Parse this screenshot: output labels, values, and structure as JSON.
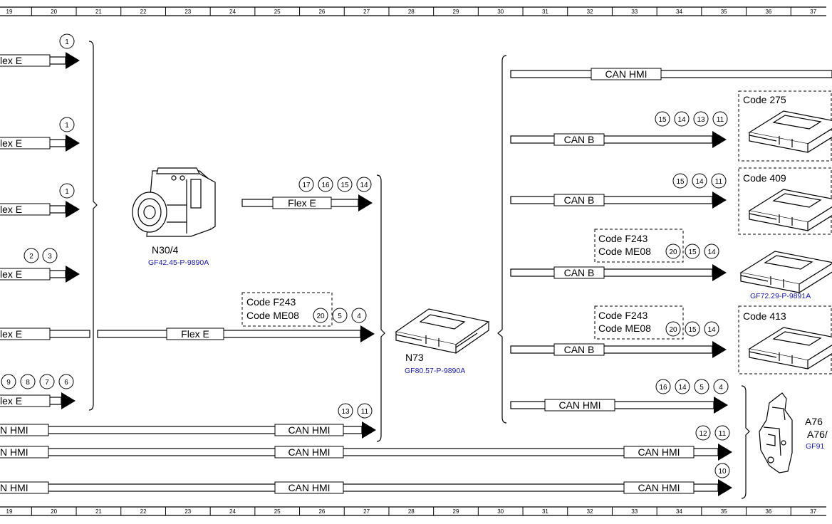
{
  "ruler_numbers": [
    "19",
    "20",
    "21",
    "22",
    "23",
    "24",
    "25",
    "26",
    "27",
    "28",
    "29",
    "30",
    "31",
    "32",
    "33",
    "34",
    "35",
    "36",
    "37"
  ],
  "bus_labels": {
    "flex_e": "Flex E",
    "flex_e_cut": "lex E",
    "can_b": "CAN B",
    "can_hmi": "CAN HMI",
    "can_hmi_cut": "N HMI"
  },
  "code_labels": {
    "f243": "Code F243",
    "me08": "Code ME08",
    "c275": "Code 275",
    "c409": "Code 409",
    "c413": "Code 413"
  },
  "components": {
    "n30_4": {
      "name": "N30/4",
      "ref": "GF42.45-P-9890A"
    },
    "n73": {
      "name": "N73",
      "ref": "GF80.57-P-9890A"
    },
    "right_module": {
      "ref": "GF72.29-P-9891A"
    },
    "a76": {
      "name": "A76",
      "name2": "A76/",
      "ref": "GF91"
    }
  },
  "circle_numbers": {
    "l1": [
      "1"
    ],
    "l2": [
      "1"
    ],
    "l3": [
      "1"
    ],
    "l4": [
      "3",
      "2"
    ],
    "l5": [
      "20",
      "5",
      "4"
    ],
    "l6": [
      "9",
      "8",
      "7",
      "6"
    ],
    "l7": [
      "13",
      "11"
    ],
    "l8": [
      "12",
      "11"
    ],
    "l9": [
      "10"
    ],
    "m1": [
      "17",
      "16",
      "15",
      "14"
    ],
    "r1": [
      "15",
      "14",
      "13",
      "11"
    ],
    "r2": [
      "15",
      "14",
      "11"
    ],
    "r3": [
      "20",
      "15",
      "14"
    ],
    "r4": [
      "20",
      "15",
      "14"
    ],
    "r5": [
      "16",
      "14",
      "5",
      "4"
    ]
  }
}
